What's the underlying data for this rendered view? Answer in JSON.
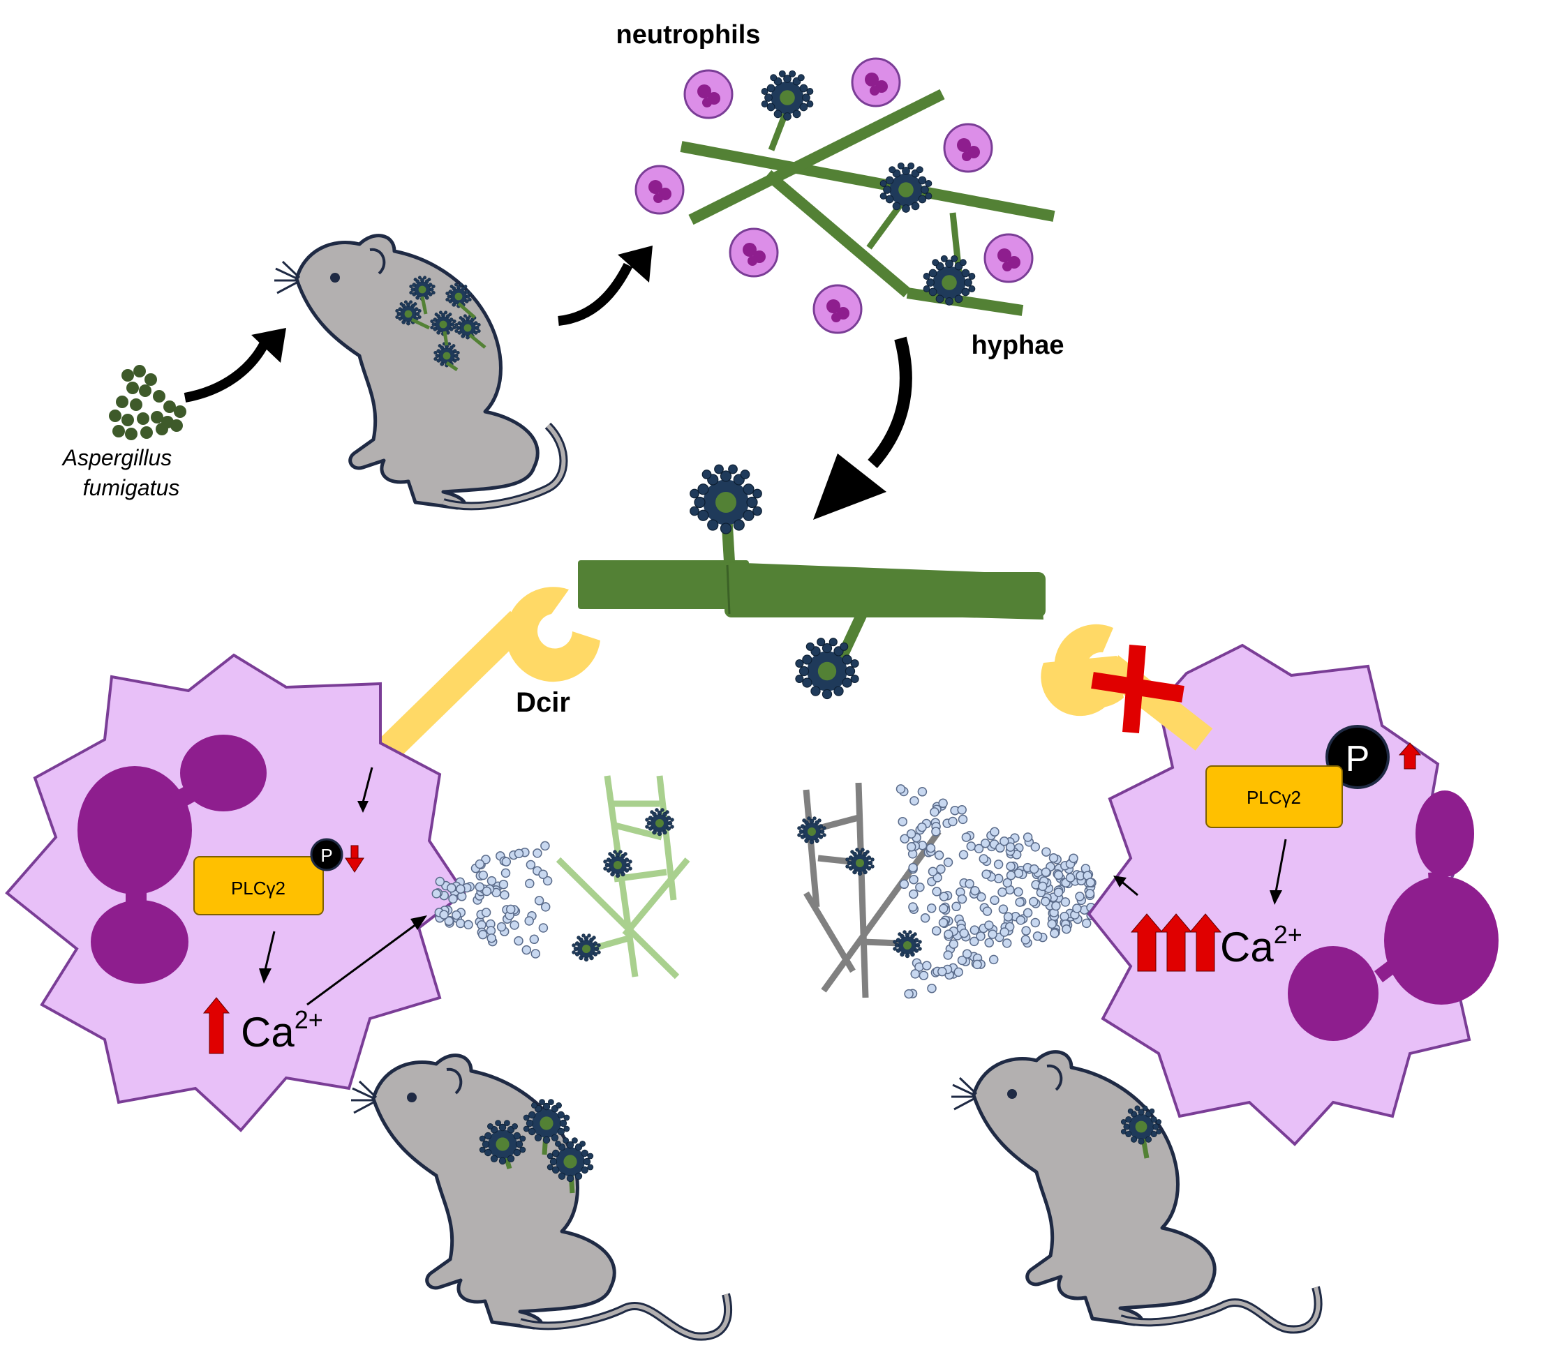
{
  "labels": {
    "neutrophils": "neutrophils",
    "hyphae": "hyphae",
    "species_line1": "Aspergillus",
    "species_line2": "fumigatus",
    "receptor": "Dcir"
  },
  "left_cell": {
    "enzyme": "PLCγ2",
    "phospho": "P",
    "calcium": "Ca",
    "calcium_charge": "2+"
  },
  "right_cell": {
    "enzyme": "PLCγ2",
    "phospho": "P",
    "calcium": "Ca",
    "calcium_charge": "2+"
  },
  "colors": {
    "neutrophil_fill": "#e8c0f8",
    "neutrophil_stroke": "#7a3d96",
    "nucleus": "#8e1e8e",
    "hypha_green": "#538135",
    "hypha_light": "#a9d08e",
    "hypha_grey": "#808080",
    "receptor": "#ffd966",
    "enzyme_box": "#ffc000",
    "mouse_fill": "#b3b0b0",
    "mouse_stroke": "#1f2a44",
    "conidia": "#3e5a2a",
    "arrow_red": "#e00000",
    "ros_dot": "#c8d8f0"
  }
}
